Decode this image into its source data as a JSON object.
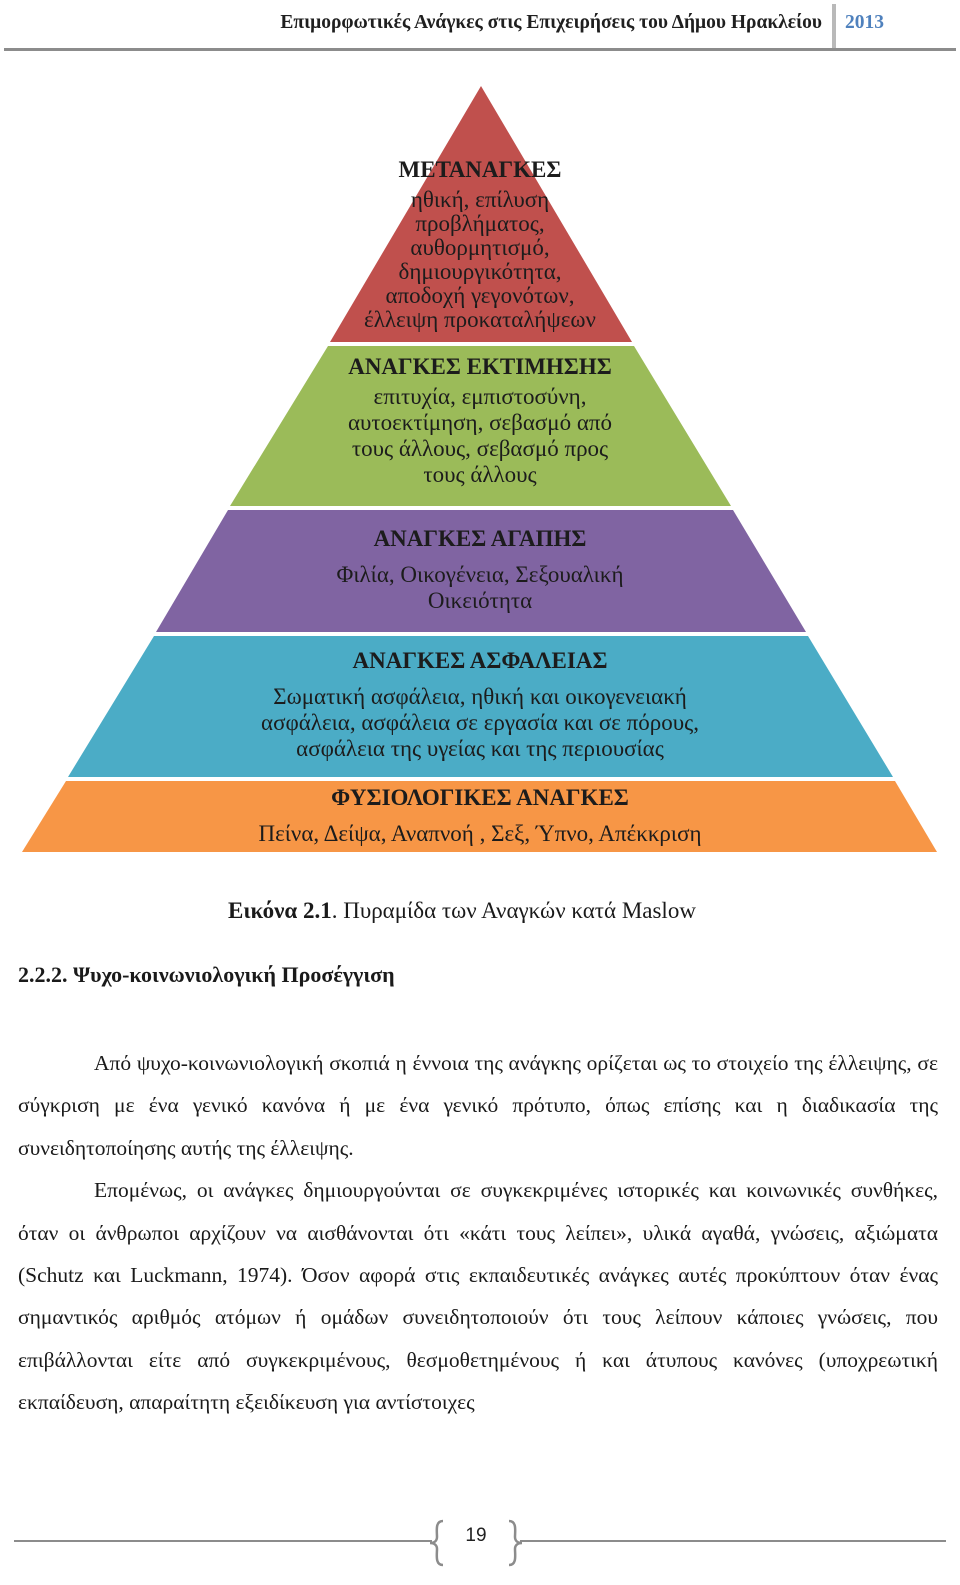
{
  "header": {
    "title": "Επιμορφωτικές Ανάγκες στις Επιχειρήσεις του Δήμου Ηρακλείου",
    "year": "2013",
    "accent_color": "#4f81bd"
  },
  "pyramid": {
    "levels": [
      {
        "title": "ΜΕΤΑΝΑΓΚΕΣ",
        "lines": [
          "ηθική, επίλυση",
          "προβλήματος,",
          "αυθορμητισμό,",
          "δημιουργικότητα,",
          "αποδοχή γεγονότων,",
          "έλλειψη προκαταλήψεων"
        ],
        "color": "#c0504d"
      },
      {
        "title": "ΑΝΑΓΚΕΣ ΕΚΤΙΜΗΣΗΣ",
        "lines": [
          "επιτυχία, εμπιστοσύνη,",
          "αυτοεκτίμηση, σεβασμό από",
          "τους άλλους, σεβασμό προς",
          "τους άλλους"
        ],
        "color": "#9bbb59"
      },
      {
        "title": "ΑΝΑΓΚΕΣ ΑΓΑΠΗΣ",
        "lines": [
          "Φιλία, Οικογένεια, Σεξουαλική",
          "Οικειότητα"
        ],
        "color": "#8064a2"
      },
      {
        "title": "ΑΝΑΓΚΕΣ ΑΣΦΑΛΕΙΑΣ",
        "lines": [
          "Σωματική ασφάλεια, ηθική και οικογενειακή",
          "ασφάλεια, ασφάλεια σε εργασία και σε πόρους,",
          "ασφάλεια της υγείας και της περιουσίας"
        ],
        "color": "#4bacc6"
      },
      {
        "title": "ΦΥΣΙΟΛΟΓΙΚΕΣ ΑΝΑΓΚΕΣ",
        "lines": [
          "Πείνα, Δείψα, Αναπνοή , Σεξ, Ύπνο, Απέκκριση"
        ],
        "color": "#f79646"
      }
    ]
  },
  "caption": {
    "label": "Εικόνα 2.1",
    "text": ". Πυραμίδα των Αναγκών κατά Maslow"
  },
  "section": {
    "heading": "2.2.2. Ψυχο-κοινωνιολογική Προσέγγιση",
    "paragraphs": [
      "Από ψυχο-κοινωνιολογική σκοπιά η έννοια της ανάγκης ορίζεται ως το στοιχείο της έλλειψης, σε σύγκριση με ένα γενικό κανόνα ή με ένα γενικό πρότυπο, όπως επίσης και η διαδικασία της συνειδητοποίησης αυτής της έλλειψης.",
      "Επομένως, οι ανάγκες δημιουργούνται σε συγκεκριμένες ιστορικές και κοινωνικές συνθήκες, όταν οι άνθρωποι αρχίζουν να αισθάνονται ότι «κάτι τους λείπει», υλικά αγαθά, γνώσεις, αξιώματα (Schutz και Luckmann, 1974). Όσον αφορά στις εκπαιδευτικές ανάγκες αυτές προκύπτουν όταν ένας σημαντικός αριθμός ατόμων ή ομάδων συνειδητοποιούν ότι τους λείπουν κάποιες γνώσεις, που επιβάλλονται είτε από συγκεκριμένους, θεσμοθετημένους ή και άτυπους κανόνες (υποχρεωτική εκπαίδευση, απαραίτητη εξειδίκευση για αντίστοιχες"
    ]
  },
  "footer": {
    "page_number": "19"
  }
}
